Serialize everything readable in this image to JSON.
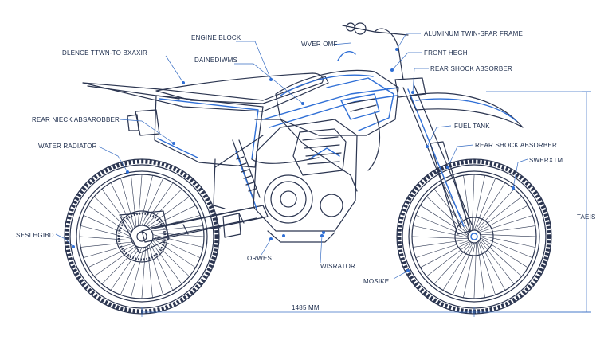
{
  "labels": {
    "engine_block": "ENGINE BLOCK",
    "dlence": "DLENCE TTWN-TO BXAXIR",
    "dainedi": "DAINEDIWMS",
    "wver_omf": "WVER OMF",
    "aluminum_frame": "ALUMINUM TWIN-SPAR FRAME",
    "front_heigh": "FRONT HEGH",
    "rear_shock_top": "REAR SHOCK ABSORBER",
    "rear_nieck": "REAR NIECK ABSAROBBER",
    "fuel_tank": "FUEL TANK",
    "water_radiator": "WATER RADIATOR",
    "rear_shock_mid": "REAR SHOCK ABSORBER",
    "swerxtm": "SWERXTM",
    "sesi_hgibd": "SESI HGIBD",
    "orwes": "ORWES",
    "wisrator": "WISRATOR",
    "mosikel": "MOSIKEL",
    "height_dim": "TAEIS",
    "length_dim": "1485 MM"
  },
  "colors": {
    "ink": "#2b3550",
    "accent": "#2f6fd6",
    "leader": "#3a6fc4"
  }
}
